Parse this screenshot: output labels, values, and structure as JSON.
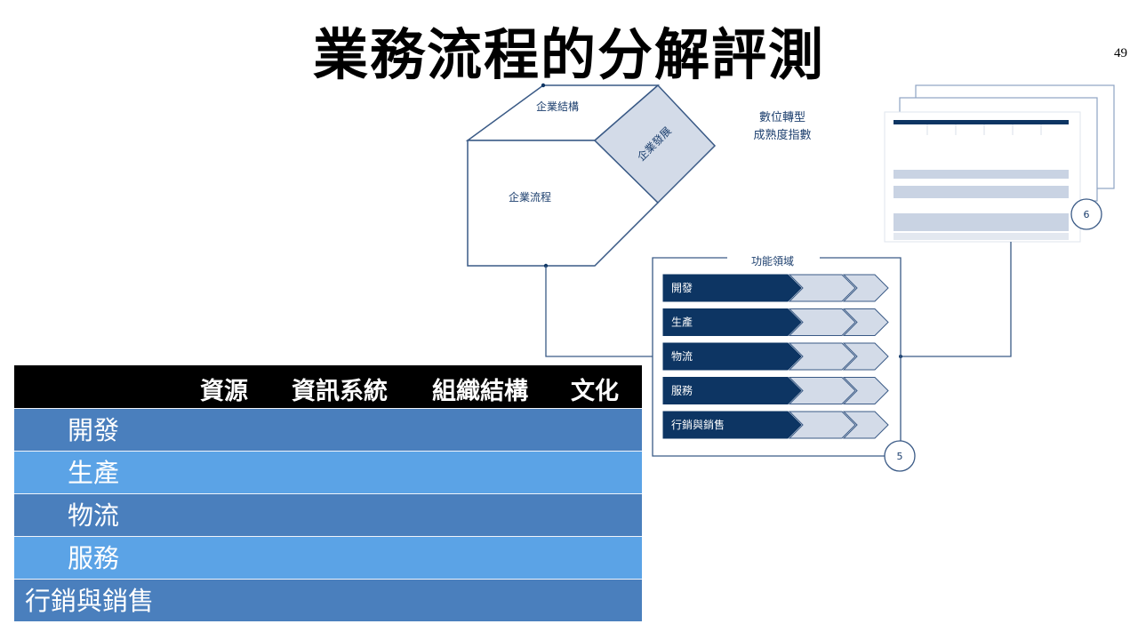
{
  "slide": {
    "title": "業務流程的分解評測",
    "page_number": "49"
  },
  "diagram": {
    "hexagon": {
      "top_label": "企業結構",
      "diamond_label": "企業發展",
      "left_label": "企業流程"
    },
    "maturity_index": {
      "line1": "數位轉型",
      "line2": "成熟度指數"
    },
    "functional_areas": {
      "title": "功能領域",
      "items": [
        "開發",
        "生產",
        "物流",
        "服務",
        "行銷與銷售"
      ]
    },
    "badges": {
      "five": "5",
      "six": "6"
    }
  },
  "table": {
    "headers": [
      "資源",
      "資訊系統",
      "組織結構",
      "文化"
    ],
    "rows": [
      {
        "label": "開發",
        "style": "dark",
        "indent": true
      },
      {
        "label": "生產",
        "style": "light",
        "indent": true
      },
      {
        "label": "物流",
        "style": "dark",
        "indent": true
      },
      {
        "label": "服務",
        "style": "light",
        "indent": true
      },
      {
        "label": "行銷與銷售",
        "style": "dark",
        "indent": false
      }
    ]
  },
  "colors": {
    "navy": "#0d3563",
    "outline": "#3a5a86",
    "light_fill": "#d3dbe8",
    "row_dark": "#4a7fbd",
    "row_light": "#5ba3e6"
  }
}
